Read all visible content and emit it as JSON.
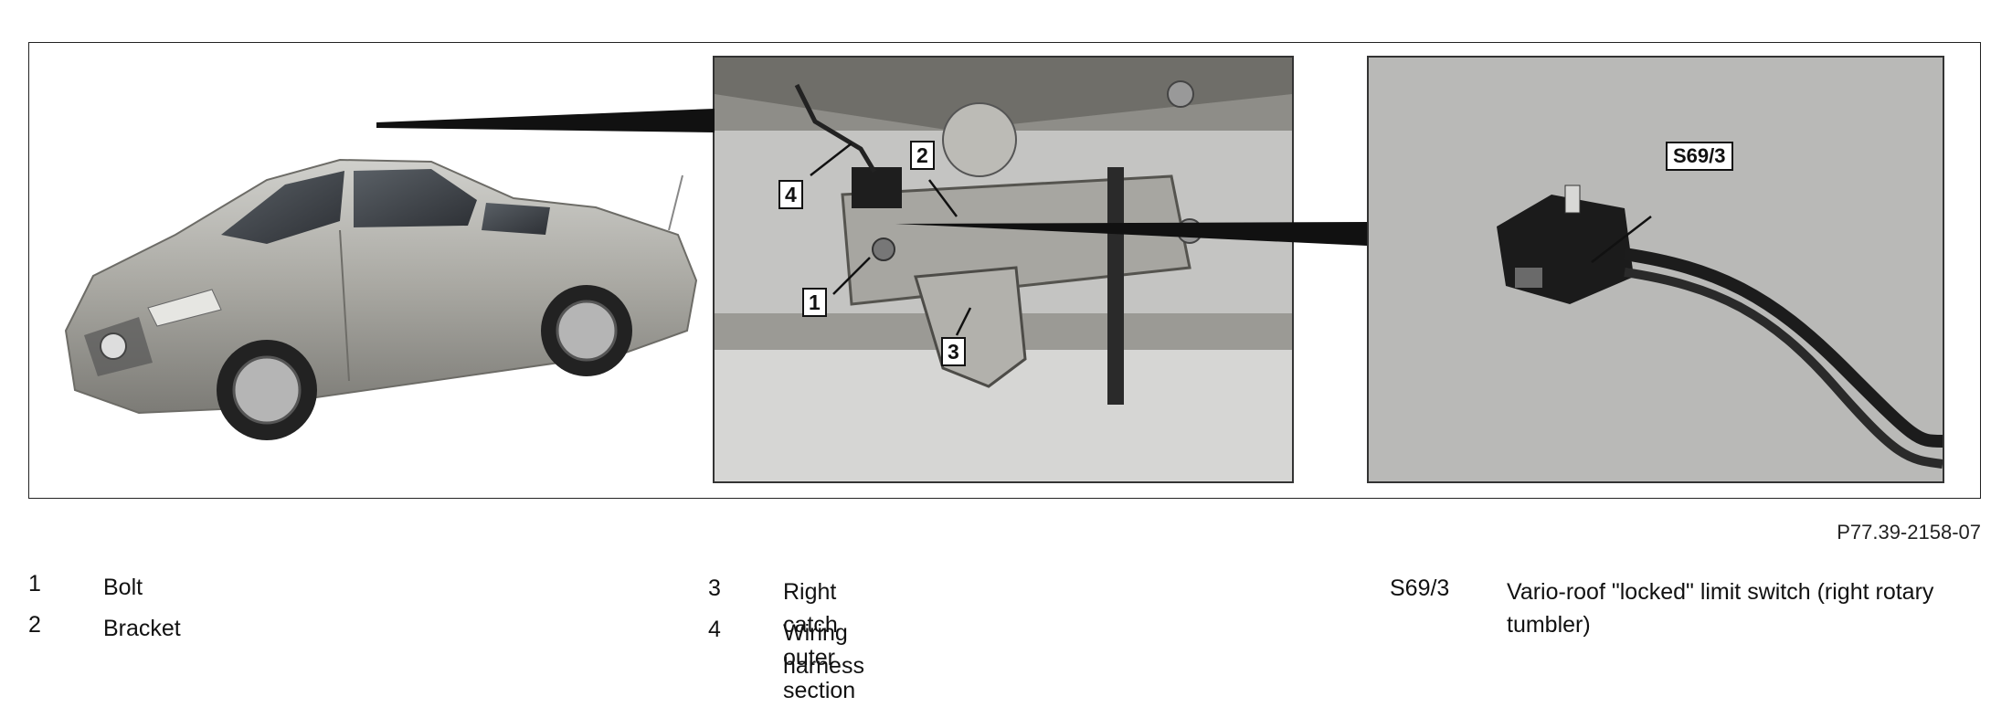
{
  "figure": {
    "callouts": {
      "c1": "1",
      "c2": "2",
      "c3": "3",
      "c4": "4",
      "switch": "S69/3"
    },
    "reference": "P77.39-2158-07"
  },
  "legend": {
    "items": [
      {
        "num": "1",
        "text": "Bolt"
      },
      {
        "num": "2",
        "text": "Bracket"
      },
      {
        "num": "3",
        "text": "Right catch outer section"
      },
      {
        "num": "4",
        "text": "Wiring harness"
      },
      {
        "num": "S69/3",
        "text": "Vario-roof \"locked\" limit switch (right rotary tumbler)"
      }
    ]
  }
}
